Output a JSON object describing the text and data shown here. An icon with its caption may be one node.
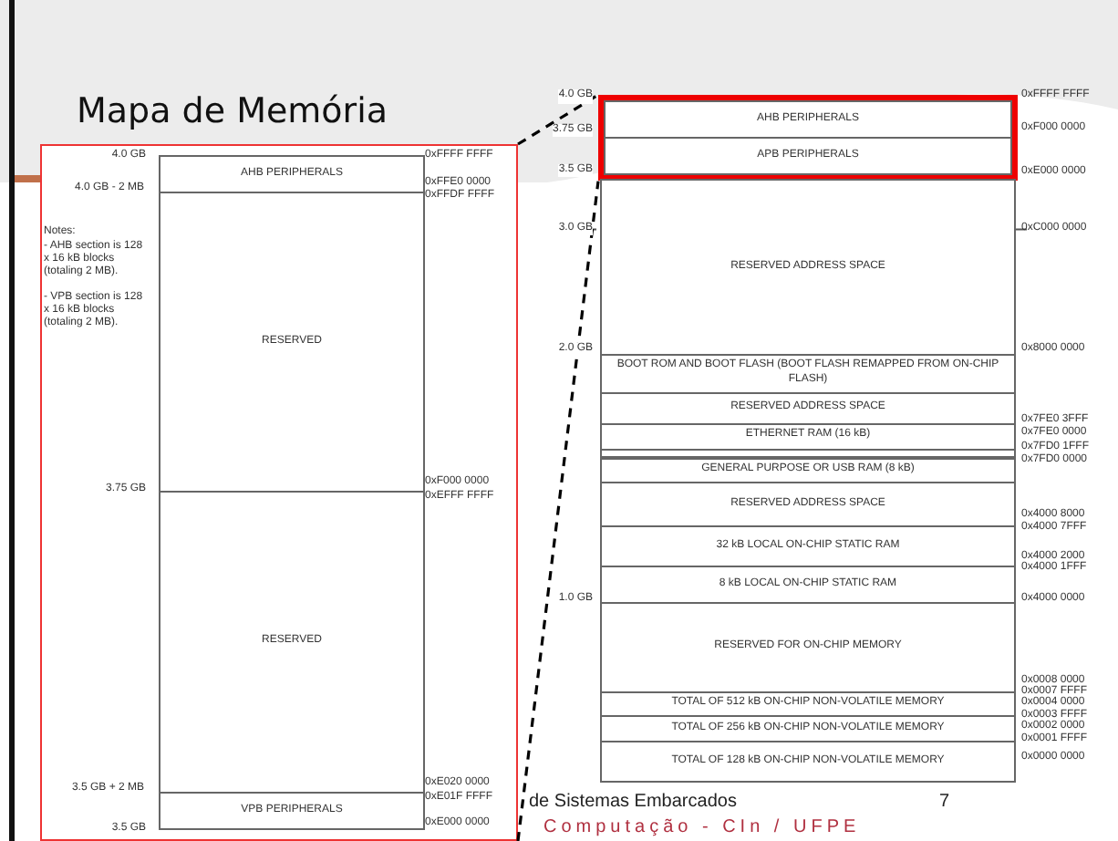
{
  "diagram": {
    "title": "Mapa de Memória",
    "nodes": [
      {
        "text": [],
        "shape": "box"
      },
      {
        "text": [
          "AHB PERIPHERALS"
        ],
        "in": 0
      },
      {
        "text": [
          "RESERVED"
        ],
        "in": 0
      },
      {
        "text": [
          "RESERVED"
        ],
        "in": 0
      },
      {
        "text": [
          "VPB PERIPHERALS"
        ],
        "in": 0
      },
      {
        "text": [],
        "shape": "box"
      },
      {
        "text": [
          "AHB PERIPHERALS"
        ],
        "in": 5
      },
      {
        "text": [
          "APB PERIPHERALS"
        ],
        "in": 5
      },
      {
        "text": [
          "RESERVED ADDRESS SPACE"
        ]
      },
      {
        "text": [
          "BOOT ROM AND BOOT FLASH (BOOT FLASH REMAPPED FROM ON-CHIP FLASH)"
        ]
      },
      {
        "text": [
          "RESERVED ADDRESS SPACE"
        ]
      },
      {
        "text": [
          "ETHERNET RAM (16 kB)"
        ]
      },
      {
        "text": [],
        "shape": "bar"
      },
      {
        "text": [
          "GENERAL PURPOSE OR USB RAM (8 kB)"
        ]
      },
      {
        "text": [
          "RESERVED ADDRESS SPACE"
        ]
      },
      {
        "text": [
          "32 kB LOCAL ON-CHIP STATIC RAM"
        ]
      },
      {
        "text": [
          "8 kB LOCAL ON-CHIP STATIC RAM"
        ]
      },
      {
        "text": [
          "RESERVED FOR ON-CHIP MEMORY"
        ]
      },
      {
        "text": [
          "TOTAL OF 512 kB ON-CHIP NON-VOLATILE MEMORY"
        ]
      },
      {
        "text": [
          "TOTAL OF 256 kB ON-CHIP NON-VOLATILE MEMORY"
        ]
      },
      {
        "text": [
          "TOTAL OF 128 kB ON-CHIP NON-VOLATILE MEMORY"
        ]
      }
    ],
    "edges": [
      {
        "from": 0,
        "to": 5,
        "arrow": "none",
        "style": "dashed"
      },
      {
        "from": 0,
        "to": 5,
        "arrow": "none",
        "style": "dashed"
      }
    ],
    "labels": [
      "4.0 GB",
      "4.0 GB - 2 MB",
      "Notes:",
      "- AHB section is 128 x 16 kB blocks (totaling 2 MB).",
      "- VPB section is 128 x 16 kB blocks (totaling 2 MB).",
      "3.75 GB",
      "3.5 GB + 2 MB",
      "3.5 GB",
      "0xFFFF FFFF",
      "0xFFE0 0000",
      "0xFFDF FFFF",
      "0xF000 0000",
      "0xEFFF FFFF",
      "0xE020 0000",
      "0xE01F FFFF",
      "0xE000 0000",
      "4.0 GB",
      "3.75 GB",
      "3.5 GB",
      "3.0 GB",
      "2.0 GB",
      "1.0 GB",
      "0xFFFF FFFF",
      "0xF000 0000",
      "0xE000 0000",
      "0xC000 0000",
      "0x8000 0000",
      "0x7FE0 3FFF",
      "0x7FE0 0000",
      "0x7FD0 1FFF",
      "0x7FD0 0000",
      "0x4000 8000",
      "0x4000 7FFF",
      "0x4000 2000",
      "0x4000 1FFF",
      "0x4000 0000",
      "0x0008 0000",
      "0x0007 FFFF",
      "0x0004 0000",
      "0x0003 FFFF",
      "0x0002 0000",
      "0x0001 FFFF",
      "0x0000 0000",
      "de Sistemas Embarcados",
      "7",
      "Computação - CIn / UFPE"
    ]
  }
}
